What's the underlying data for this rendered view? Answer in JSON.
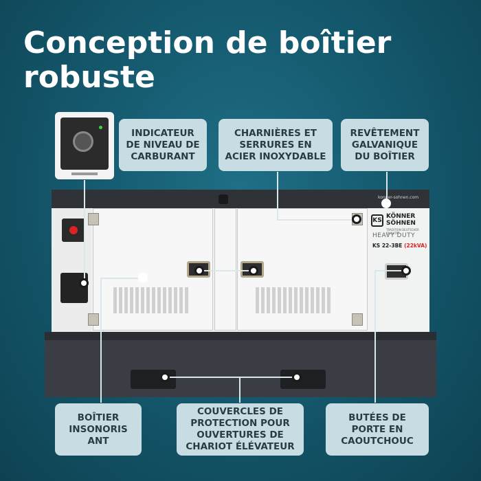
{
  "title": "Conception de boîtier robuste",
  "labels": {
    "fuel": "INDICATEUR DE NIVEAU DE CARBURANT",
    "hinges": "CHARNIÈRES ET SERRURES EN ACIER INOXYDABLE",
    "coating": "REVÊTEMENT GALVANIQUE DU BOÎTIER",
    "soundproof": "BOÎTIER INSONORIS ANT",
    "forklift": "COUVERCLES DE PROTECTION POUR OUVERTURES DE CHARIOT ÉLÉVATEUR",
    "rubber": "BUTÉES DE PORTE EN CAOUTCHOUC"
  },
  "product": {
    "brand_line1": "KÖNNER",
    "brand_line2": "SÖHNEN",
    "logo_mark": "KS",
    "tagline": "TRADITION DEUTSCHER QUALITÄT",
    "series": "HEAVY DUTY",
    "model": "KS 22-3BE",
    "power": "(22kVA)",
    "url": "konner-sohnen.com"
  },
  "colors": {
    "background": "#155a6f",
    "label_bg": "#c8dde3",
    "label_text": "#2b3b44",
    "accent_red": "#dd2222"
  }
}
